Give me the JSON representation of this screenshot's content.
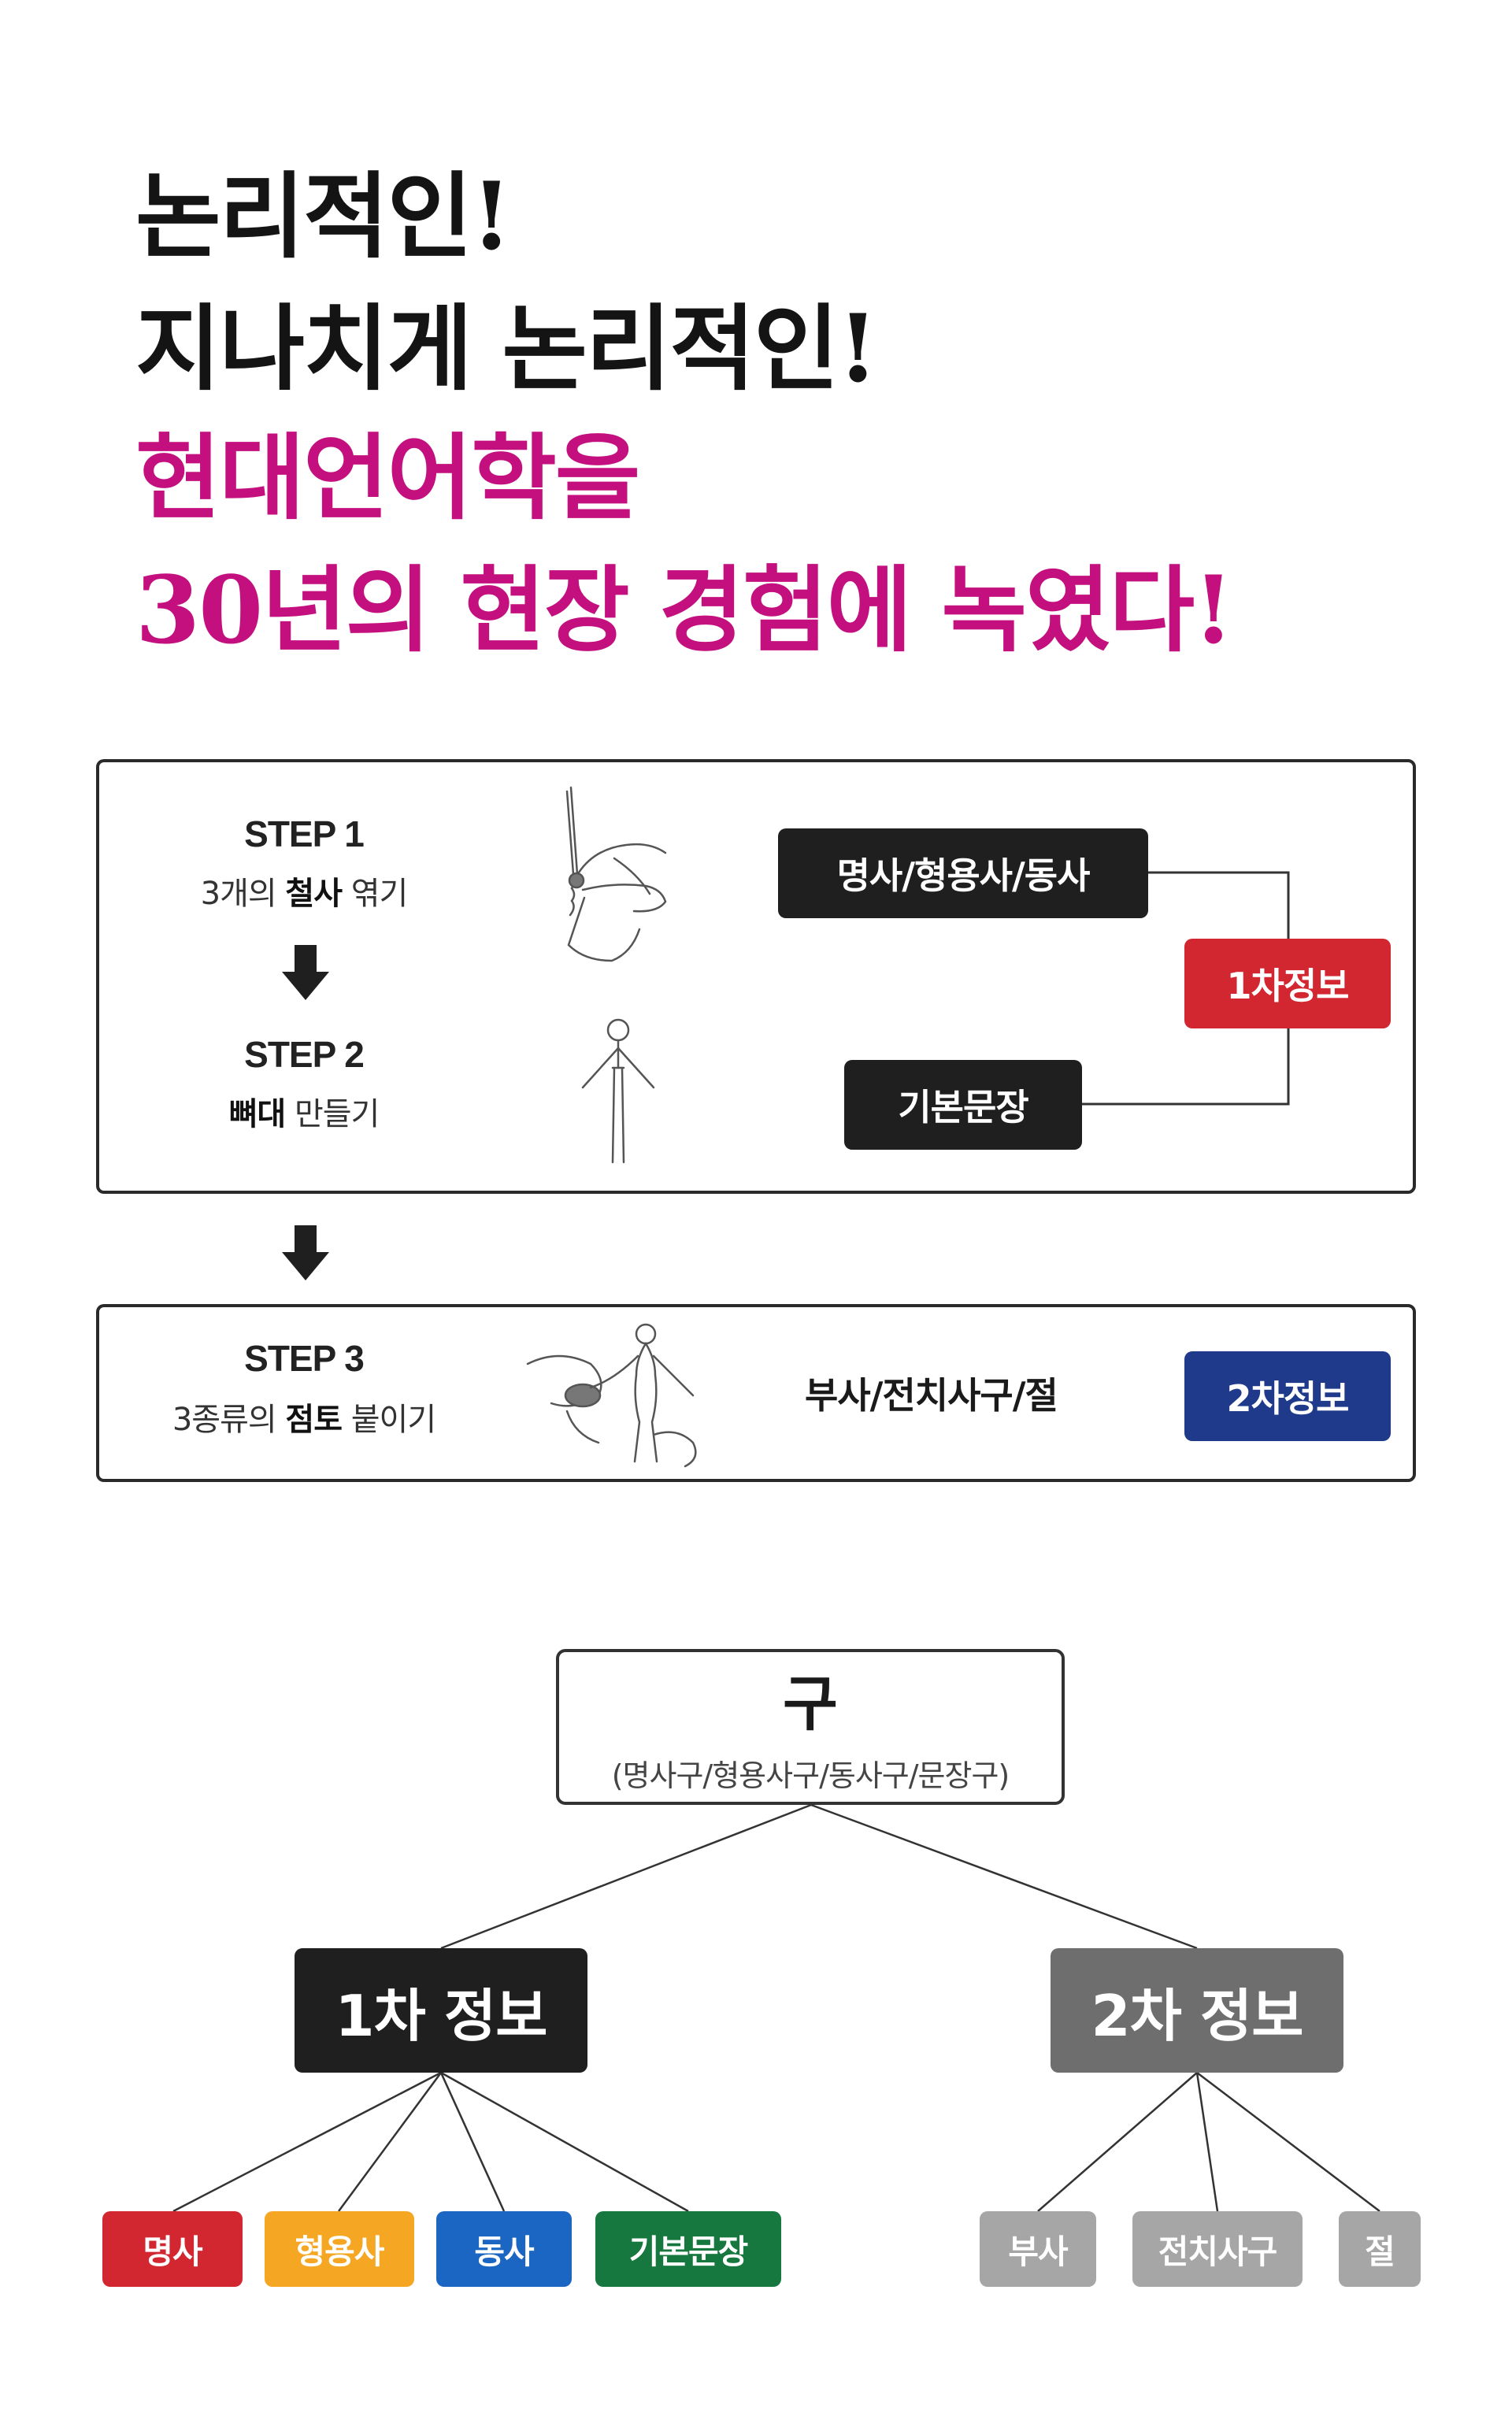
{
  "headline": {
    "line1": "논리적인!",
    "line2": "지나치게 논리적인!",
    "line3": "현대언어학을",
    "line4": "30년의 현장 경험에 녹였다!"
  },
  "steps": {
    "step1": {
      "title": "STEP 1",
      "desc_pre": "3개의 ",
      "desc_bold": "철사",
      "desc_post": " 엮기"
    },
    "step2": {
      "title": "STEP 2",
      "desc_bold": "뼈대",
      "desc_post": " 만들기"
    },
    "step3": {
      "title": "STEP 3",
      "desc_pre": "3종류의 ",
      "desc_bold": "점토",
      "desc_post": " 붙이기"
    }
  },
  "flow": {
    "top_tag": "명사/형용사/동사",
    "bottom_tag": "기본문장",
    "primary_tag": "1차정보",
    "step3_text": "부사/전치사구/절",
    "secondary_tag": "2차정보"
  },
  "tree": {
    "root_title": "구",
    "root_sub": "(명사구/형용사구/동사구/문장구)",
    "primary": "1차 정보",
    "secondary": "2차 정보",
    "primary_children": [
      "명사",
      "형용사",
      "동사",
      "기본문장"
    ],
    "secondary_children": [
      "부사",
      "전치사구",
      "절"
    ]
  },
  "colors": {
    "headline_black": "#141414",
    "headline_pink": "#c4107f",
    "red": "#d22630",
    "navy": "#1f3a8a",
    "orange": "#f5a623",
    "blue": "#1a66c2",
    "green": "#16773f",
    "gray": "#6e6e6e",
    "light_gray": "#a6a6a6"
  },
  "icons": [
    "wire-twist-icon",
    "skeleton-figure-icon",
    "clay-figure-icon",
    "arrow-down-icon"
  ]
}
